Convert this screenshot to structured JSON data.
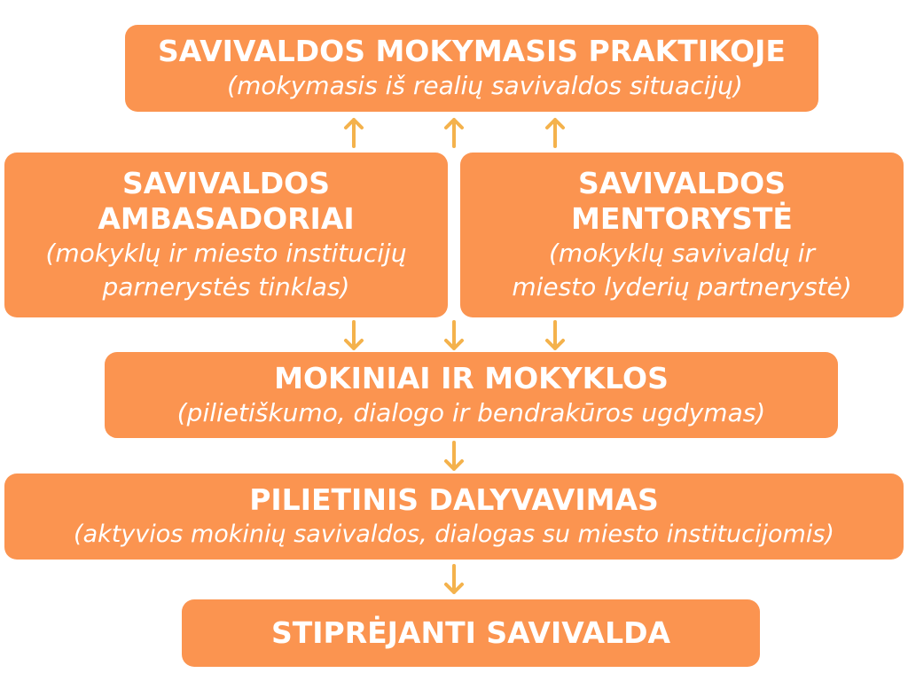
{
  "boxes": {
    "top": {
      "title": "SAVIVALDOS MOKYMASIS PRAKTIKOJE",
      "subtitle": "(mokymasis iš realių savivaldos situacijų)"
    },
    "left": {
      "title": "SAVIVALDOS\nAMBASADORIAI",
      "subtitle": "(mokyklų ir miesto institucijų\nparnerystės tinklas)"
    },
    "right": {
      "title": "SAVIVALDOS\nMENTORYSTĖ",
      "subtitle": "(mokyklų savivaldų ir\nmiesto lyderių partnerystė)"
    },
    "students": {
      "title": "MOKINIAI IR MOKYKLOS",
      "subtitle": "(pilietiškumo, dialogo ir bendrakūros ugdymas)"
    },
    "civic": {
      "title": "PILIETINIS DALYVAVIMAS",
      "subtitle": "(aktyvios mokinių savivaldos, dialogas su miesto institucijomis)"
    },
    "result": {
      "title": "STIPRĖJANTI SAVIVALDA"
    }
  },
  "colors": {
    "box": "#fb9450",
    "arrow": "#f4b24c",
    "text": "#ffffff"
  },
  "arrows": {
    "up": [
      "arrow-up",
      "arrow-up",
      "arrow-up"
    ],
    "down_row": [
      "arrow-down",
      "arrow-down",
      "arrow-down"
    ],
    "down_single": [
      "arrow-down",
      "arrow-down"
    ]
  }
}
